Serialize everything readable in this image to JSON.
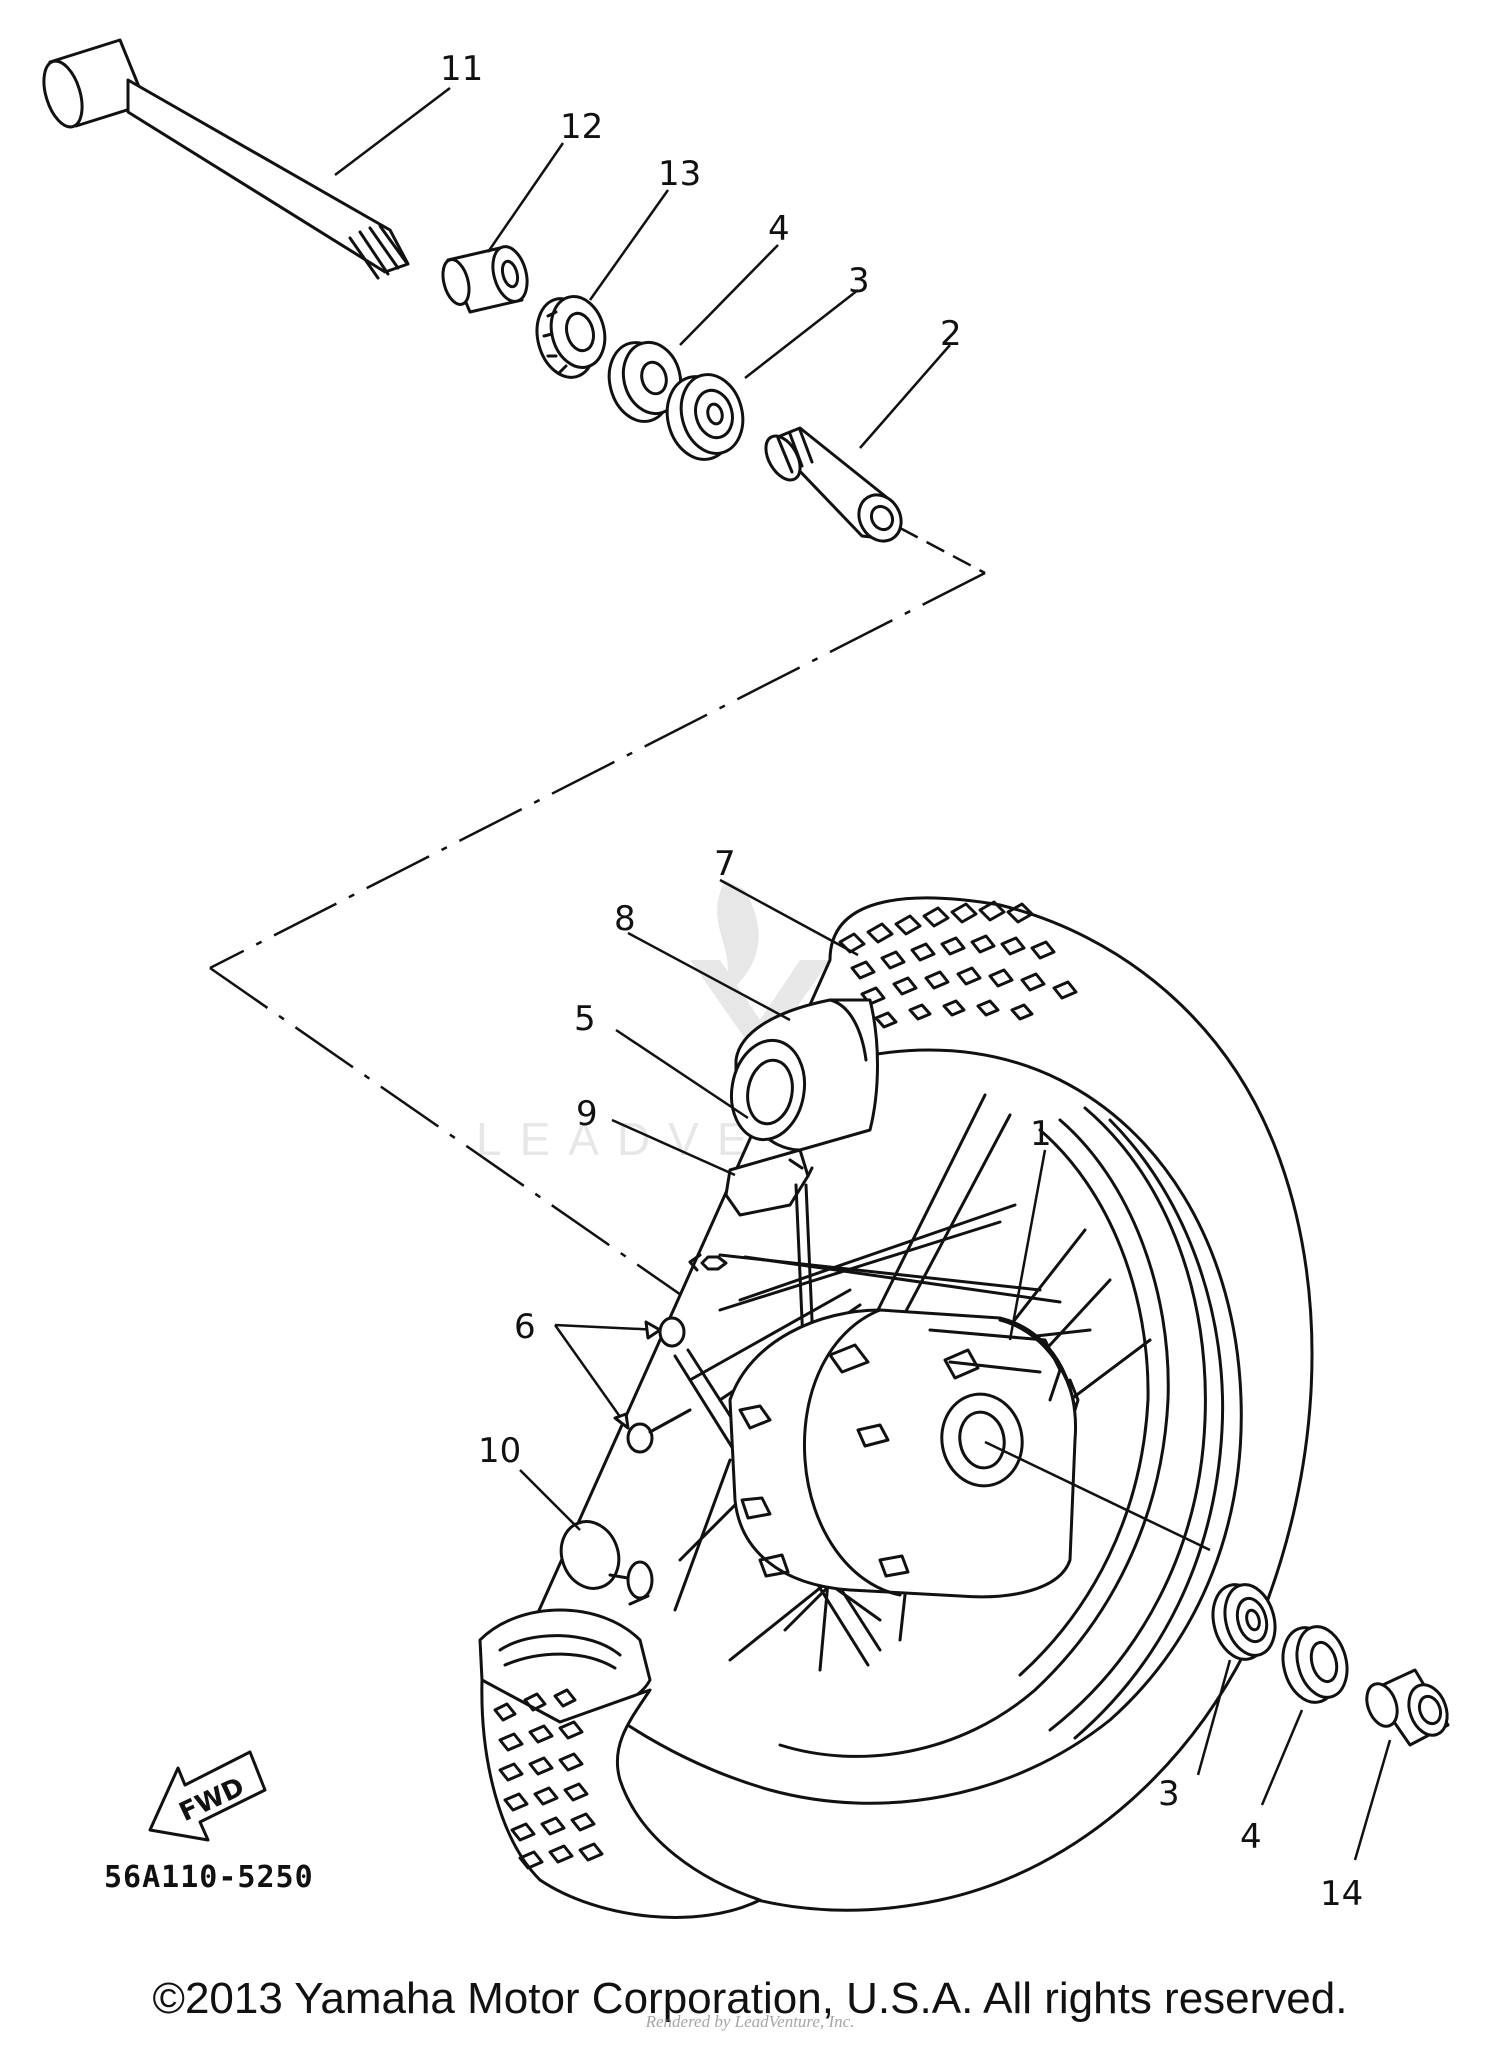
{
  "diagram": {
    "code": "56A110-5250",
    "fwd_label": "FWD",
    "watermark_logo": "LEADVENTURE",
    "watermark_credit": "Rendered by LeadVenture, Inc.",
    "copyright": "©2013 Yamaha Motor Corporation, U.S.A. All rights reserved."
  },
  "callouts": {
    "c11": "11",
    "c12": "12",
    "c13": "13",
    "c4_top": "4",
    "c3_top": "3",
    "c2": "2",
    "c7": "7",
    "c8": "8",
    "c5": "5",
    "c9": "9",
    "c1": "1",
    "c6": "6",
    "c10": "10",
    "c3_bottom": "3",
    "c4_bottom": "4",
    "c14": "14"
  },
  "parts": [
    {
      "ref": "1",
      "icon": "wheel-hub-icon"
    },
    {
      "ref": "2",
      "icon": "collar-icon"
    },
    {
      "ref": "3",
      "icon": "bearing-icon"
    },
    {
      "ref": "4",
      "icon": "oil-seal-icon"
    },
    {
      "ref": "5",
      "icon": "tube-icon"
    },
    {
      "ref": "6",
      "icon": "spoke-set-icon"
    },
    {
      "ref": "7",
      "icon": "tire-icon"
    },
    {
      "ref": "8",
      "icon": "rim-band-icon"
    },
    {
      "ref": "9",
      "icon": "rim-lock-icon"
    },
    {
      "ref": "10",
      "icon": "valve-icon"
    },
    {
      "ref": "11",
      "icon": "axle-icon"
    },
    {
      "ref": "12",
      "icon": "axle-collar-icon"
    },
    {
      "ref": "13",
      "icon": "meter-gear-icon"
    },
    {
      "ref": "14",
      "icon": "right-collar-icon"
    }
  ]
}
